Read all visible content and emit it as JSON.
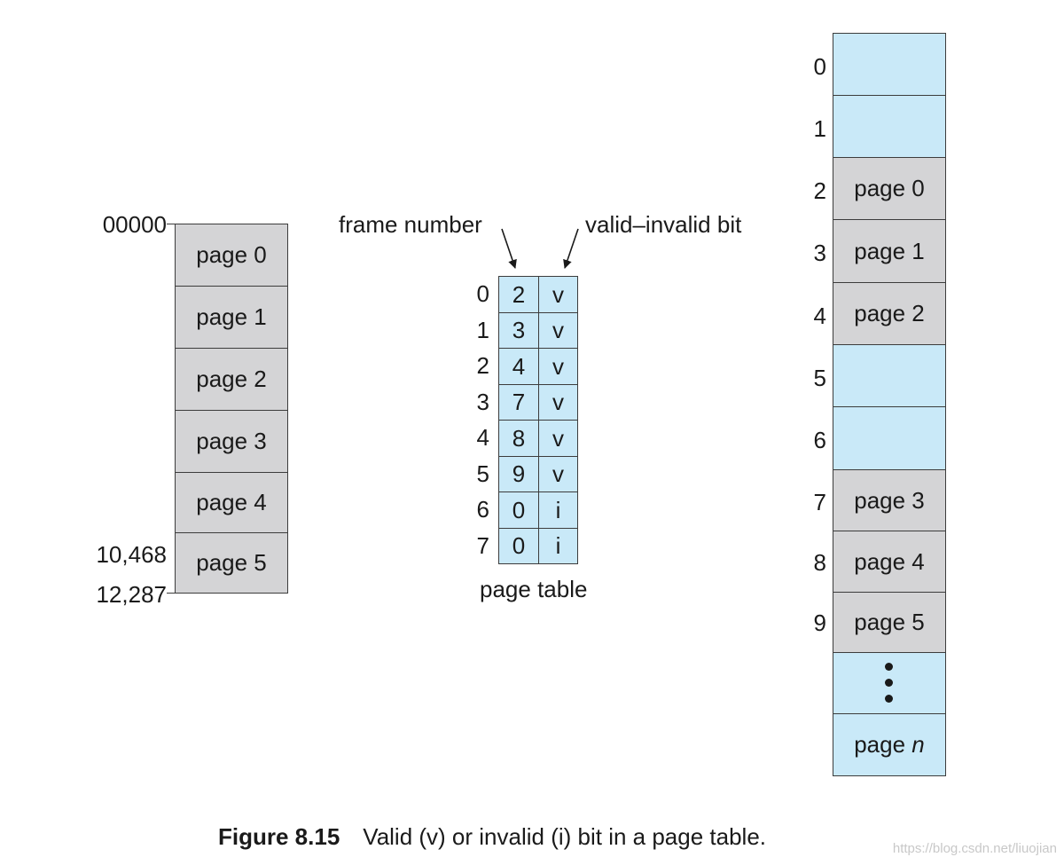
{
  "logical_memory": {
    "pages": [
      "page 0",
      "page 1",
      "page 2",
      "page 3",
      "page 4",
      "page 5"
    ],
    "address_start": "00000",
    "address_page5": "10,468",
    "address_end": "12,287"
  },
  "page_table": {
    "frame_number_label": "frame number",
    "valid_bit_label": "valid–invalid bit",
    "caption": "page table",
    "indices": [
      "0",
      "1",
      "2",
      "3",
      "4",
      "5",
      "6",
      "7"
    ],
    "frames": [
      "2",
      "3",
      "4",
      "7",
      "8",
      "9",
      "0",
      "0"
    ],
    "bits": [
      "v",
      "v",
      "v",
      "v",
      "v",
      "v",
      "i",
      "i"
    ]
  },
  "physical_memory": {
    "indices": [
      "0",
      "1",
      "2",
      "3",
      "4",
      "5",
      "6",
      "7",
      "8",
      "9"
    ],
    "frames": [
      "",
      "",
      "page 0",
      "page 1",
      "page 2",
      "",
      "",
      "page 3",
      "page 4",
      "page 5"
    ],
    "last_frame_prefix": "page ",
    "last_frame_var": "n"
  },
  "figure": {
    "number": "Figure 8.15",
    "text": "Valid (v) or invalid (i) bit in a page table."
  },
  "watermark": "https://blog.csdn.net/liuojian",
  "colors": {
    "valid_fill": "#c9e9f8",
    "used_fill": "#d4d4d6",
    "border": "#3c3c3c"
  }
}
